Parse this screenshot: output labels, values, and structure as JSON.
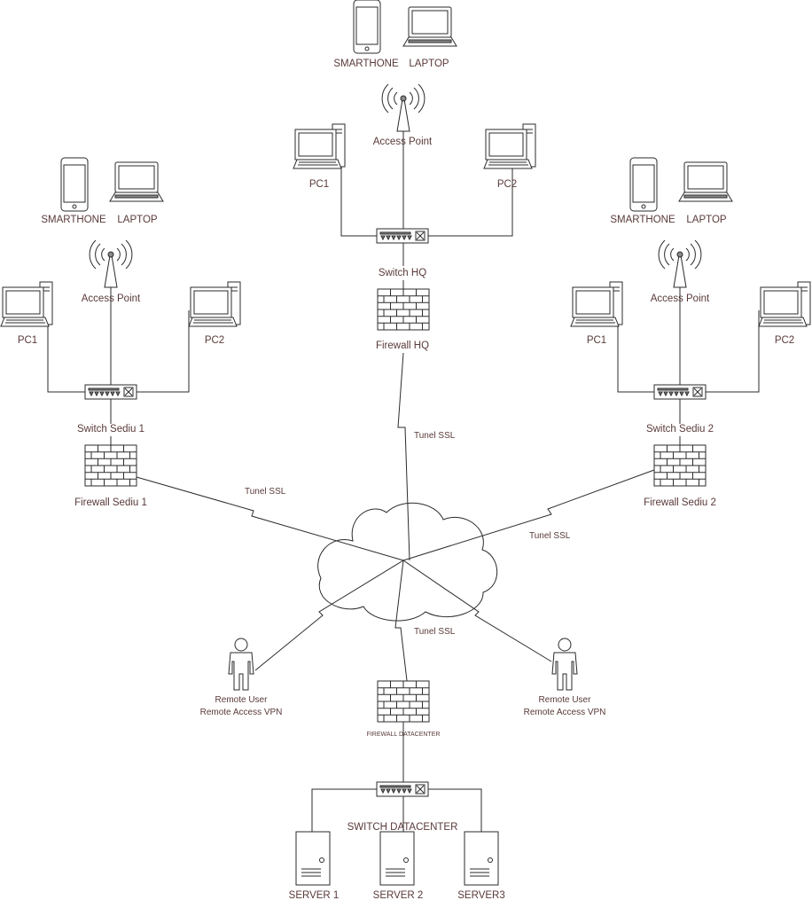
{
  "hq": {
    "smartphone_label": "SMARTHONE",
    "laptop_label": "LAPTOP",
    "ap_label": "Access Point",
    "pc1_label": "PC1",
    "pc2_label": "PC2",
    "switch_label": "Switch HQ",
    "firewall_label": "Firewall HQ",
    "tunnel_label": "Tunel SSL"
  },
  "site1": {
    "smartphone_label": "SMARTHONE",
    "laptop_label": "LAPTOP",
    "ap_label": "Access Point",
    "pc1_label": "PC1",
    "pc2_label": "PC2",
    "switch_label": "Switch Sediu 1",
    "firewall_label": "Firewall Sediu 1",
    "tunnel_label": "Tunel SSL"
  },
  "site2": {
    "smartphone_label": "SMARTHONE",
    "laptop_label": "LAPTOP",
    "ap_label": "Access Point",
    "pc1_label": "PC1",
    "pc2_label": "PC2",
    "switch_label": "Switch Sediu 2",
    "firewall_label": "Firewall Sediu 2",
    "tunnel_label": "Tunel SSL"
  },
  "datacenter": {
    "tunnel_label": "Tunel SSL",
    "firewall_label": "FIREWALL DATACENTER",
    "switch_label": "SWITCH DATACENTER",
    "server1_label": "SERVER 1",
    "server2_label": "SERVER 2",
    "server3_label": "SERVER3"
  },
  "remote_left": {
    "line1": "Remote User",
    "line2": "Remote Access VPN"
  },
  "remote_right": {
    "line1": "Remote User",
    "line2": "Remote Access VPN"
  }
}
